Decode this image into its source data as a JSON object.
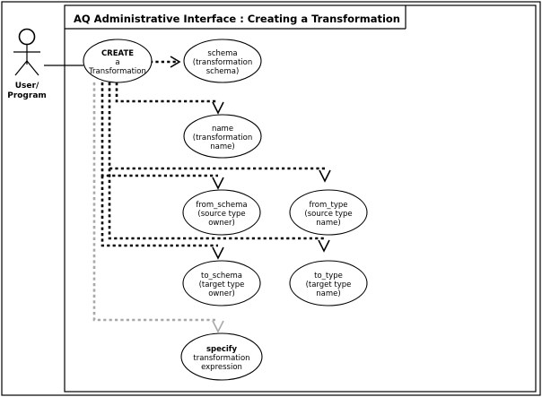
{
  "frame": {
    "title": "AQ Administrative Interface : Creating a Transformation"
  },
  "actor": {
    "name": "User/Program",
    "line1": "User/",
    "line2": "Program"
  },
  "nodes": {
    "create": {
      "id": "create-transformation",
      "line1": "CREATE",
      "line2": "a",
      "line3": "Transformation"
    },
    "schema": {
      "id": "schema",
      "line1": "schema",
      "line2": "(transformation",
      "line3": "schema)"
    },
    "name": {
      "id": "name",
      "line1": "name",
      "line2": "(transformation",
      "line3": "name)"
    },
    "from_schema": {
      "id": "from-schema",
      "line1": "from_schema",
      "line2": "(source type",
      "line3": "owner)"
    },
    "from_type": {
      "id": "from-type",
      "line1": "from_type",
      "line2": "(source type",
      "line3": "name)"
    },
    "to_schema": {
      "id": "to-schema",
      "line1": "to_schema",
      "line2": "(target type",
      "line3": "owner)"
    },
    "to_type": {
      "id": "to-type",
      "line1": "to_type",
      "line2": "(target type",
      "line3": "name)"
    },
    "specify": {
      "id": "specify-transformation-expression",
      "line1": "specify",
      "line2": "transformation",
      "line3": "expression"
    }
  },
  "colors": {
    "stroke": "#000000",
    "background": "#ffffff",
    "optional_connector": "#a8a8a8"
  }
}
